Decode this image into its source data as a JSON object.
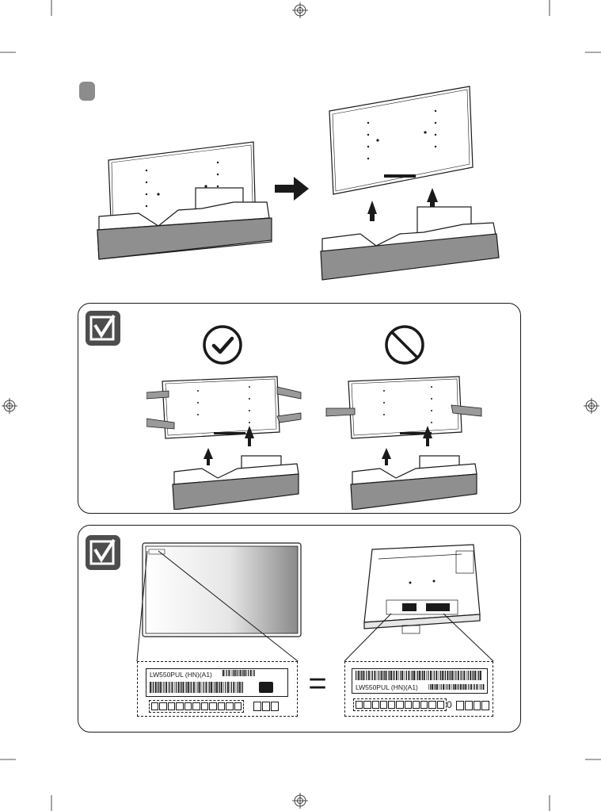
{
  "step_badge": {
    "color": "#8c8c8c"
  },
  "check_box_icon": {
    "color": "#4d4d4d"
  },
  "labels": {
    "left_model": "LW550PUL (HN)(A1)",
    "right_model": "LW550PUL (HN)(A1)",
    "right_digit": "0",
    "equals": "="
  },
  "colors": {
    "outline": "#1a1a1a",
    "box": "#8f8f8f",
    "foam": "#f2f2f2",
    "gloves": "#9a9a9a",
    "screen_gradient_dark": "#8a8a8a"
  }
}
